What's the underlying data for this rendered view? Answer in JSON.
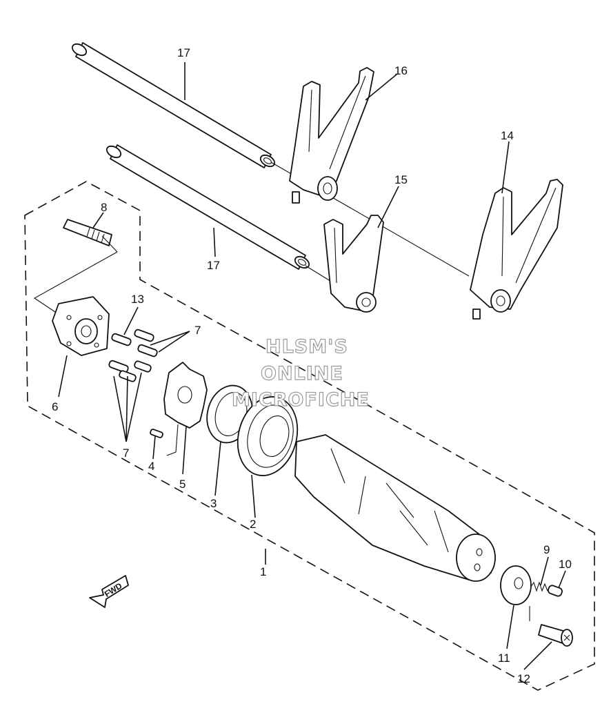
{
  "callouts": [
    {
      "id": "1",
      "label": "1"
    },
    {
      "id": "2",
      "label": "2"
    },
    {
      "id": "3",
      "label": "3"
    },
    {
      "id": "4",
      "label": "4"
    },
    {
      "id": "5",
      "label": "5"
    },
    {
      "id": "6",
      "label": "6"
    },
    {
      "id": "7a",
      "label": "7"
    },
    {
      "id": "7b",
      "label": "7"
    },
    {
      "id": "8",
      "label": "8"
    },
    {
      "id": "9",
      "label": "9"
    },
    {
      "id": "10",
      "label": "10"
    },
    {
      "id": "11",
      "label": "11"
    },
    {
      "id": "12",
      "label": "12"
    },
    {
      "id": "13",
      "label": "13"
    },
    {
      "id": "14",
      "label": "14"
    },
    {
      "id": "15",
      "label": "15"
    },
    {
      "id": "16",
      "label": "16"
    },
    {
      "id": "17a",
      "label": "17"
    },
    {
      "id": "17b",
      "label": "17"
    }
  ],
  "watermark": {
    "line1": "HLSM'S",
    "line2": "ONLINE",
    "line3": "MICROFICHE"
  },
  "direction_arrow": {
    "label": "FWD",
    "icon": "forward-arrow-icon"
  }
}
